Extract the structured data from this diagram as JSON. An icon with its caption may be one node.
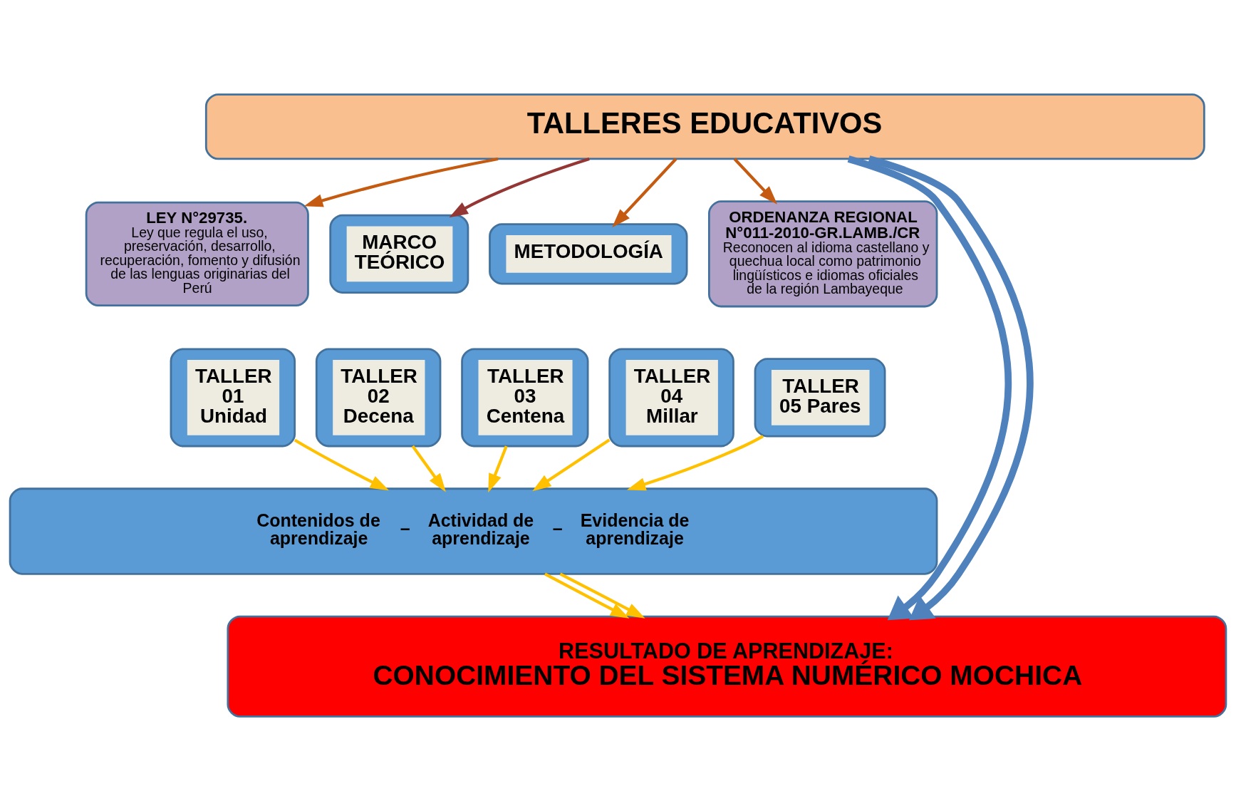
{
  "diagram": {
    "nodes": [
      {
        "text": [
          "TALLERES EDUCATIVOS"
        ]
      },
      {
        "text": [
          "LEY N°29735.",
          "Ley que regula el uso, preservación, desarrollo, recuperación, fomento y difusión de las lenguas originarias del Perú"
        ]
      },
      {
        "text": [
          "MARCO TEÓRICO"
        ]
      },
      {
        "text": [
          "METODOLOGÍA"
        ]
      },
      {
        "text": [
          "ORDENANZA REGIONAL N°011-2010-GR.LAMB./CR",
          "Reconocen al idioma castellano y quechua local como patrimonio lingüísticos e idiomas oficiales de la región Lambayeque"
        ]
      },
      {
        "text": [
          "TALLER 01 Unidad"
        ]
      },
      {
        "text": [
          "TALLER 02 Decena"
        ]
      },
      {
        "text": [
          "TALLER 03 Centena"
        ]
      },
      {
        "text": [
          "TALLER 04 Millar"
        ]
      },
      {
        "text": [
          "TALLER 05 Pares"
        ]
      },
      {
        "text": [
          "Contenidos de aprendizaje",
          "–",
          "Actividad de aprendizaje",
          "–",
          "Evidencia de aprendizaje"
        ]
      },
      {
        "text": [
          "RESULTADO DE APRENDIZAJE:",
          "CONOCIMIENTO DEL SISTEMA NUMÉRICO MOCHICA"
        ]
      }
    ],
    "edges": [
      {
        "from": 0,
        "to": 1,
        "arrow": "to",
        "color": "#c55a11"
      },
      {
        "from": 0,
        "to": 2,
        "arrow": "to",
        "color": "#943634"
      },
      {
        "from": 0,
        "to": 3,
        "arrow": "to",
        "color": "#c55a11"
      },
      {
        "from": 0,
        "to": 4,
        "arrow": "to",
        "color": "#c55a11"
      },
      {
        "from": 5,
        "to": 10,
        "arrow": "to"
      },
      {
        "from": 6,
        "to": 10,
        "arrow": "to"
      },
      {
        "from": 7,
        "to": 10,
        "arrow": "to"
      },
      {
        "from": 8,
        "to": 10,
        "arrow": "to"
      },
      {
        "from": 9,
        "to": 10,
        "arrow": "to"
      },
      {
        "from": 10,
        "to": 11,
        "arrow": "to"
      },
      {
        "from": 10,
        "to": 11,
        "arrow": "to"
      },
      {
        "from": 0,
        "to": 11,
        "arrow": "to",
        "color": "#4f81bd",
        "style": "thick"
      },
      {
        "from": 0,
        "to": 11,
        "arrow": "to",
        "color": "#4f81bd",
        "style": "thick"
      }
    ]
  }
}
